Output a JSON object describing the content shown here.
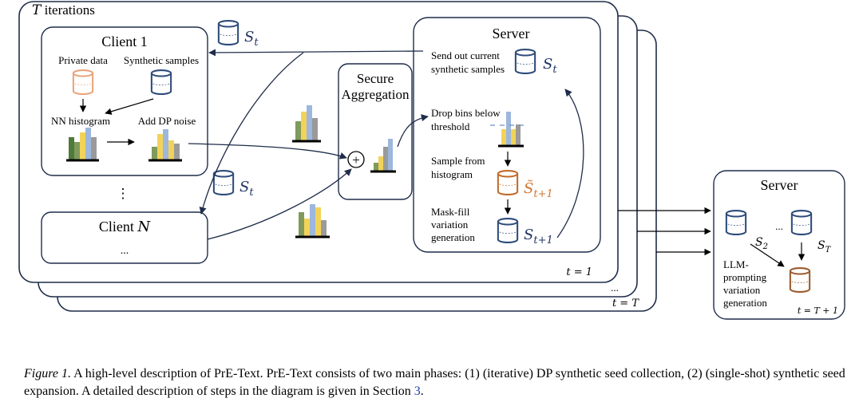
{
  "title": "T iterations",
  "title_var": "T",
  "title_rest": " iterations",
  "client1": {
    "title": "Client 1",
    "private_data": "Private data",
    "synthetic_samples": "Synthetic samples",
    "nn_histogram": "NN histogram",
    "add_dp_noise": "Add DP noise"
  },
  "vertical_dots": "⋮",
  "clientN": {
    "title_prefix": "Client ",
    "title_var": "N",
    "dots": "..."
  },
  "St_label": "S",
  "St_sub": "t",
  "secure_agg": {
    "line1": "Secure",
    "line2": "Aggregation",
    "plus": "+"
  },
  "server": {
    "title": "Server",
    "send_line1": "Send out current",
    "send_line2": "synthetic samples",
    "drop_line1": "Drop bins below",
    "drop_line2": "threshold",
    "sample_line1": "Sample from",
    "sample_line2": "histogram",
    "mask_line1": "Mask-fill",
    "mask_line2": "variation",
    "mask_line3": "generation",
    "s_tilde": "S̃",
    "sub_t1": "t+1",
    "t1_label": "t = 1",
    "ellipsis": "...",
    "tT_label": "t = T"
  },
  "server2": {
    "title": "Server",
    "dots": "...",
    "s2_sub": "2",
    "sT_sub": "T",
    "llm_line1": "LLM-",
    "llm_line2": "prompting",
    "llm_line3": "variation",
    "llm_line4": "generation",
    "tT1_label": "t = T + 1"
  },
  "caption": {
    "lead": "Figure 1.",
    "text": " A high-level description of PrE-Text. PrE-Text consists of two main phases: (1) (iterative) DP synthetic seed collection, (2) (single-shot) synthetic seed expansion. A detailed description of steps in the diagram is given in Section ",
    "ref": "3",
    "end": "."
  },
  "colors": {
    "db_blue": "#2e4b7a",
    "db_orange": "#e8a57c",
    "db_brown": "#9c5a2c",
    "bar_green": "#7f9a5c",
    "bar_yellow": "#f2d35a",
    "bar_blue": "#9db7dd",
    "bar_gray": "#9a9a9a",
    "bar_darkgreen": "#4e7a3a"
  }
}
